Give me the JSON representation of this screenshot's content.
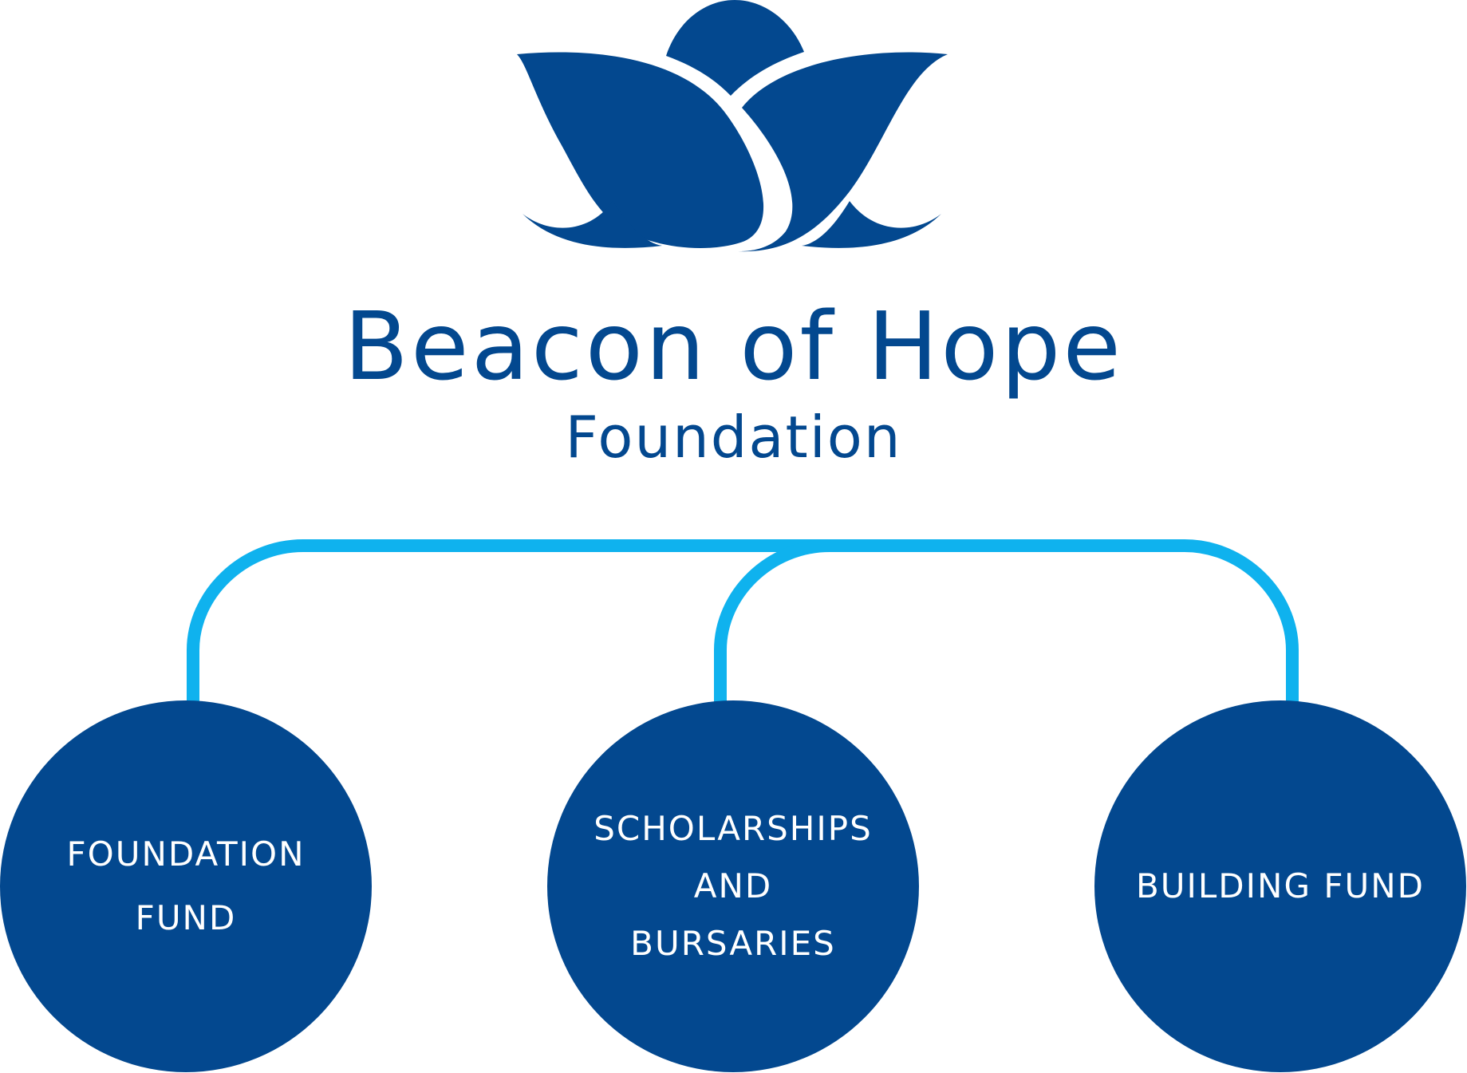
{
  "logo": {
    "name": "lotus-logo",
    "color": "#03488f"
  },
  "title": {
    "line1": "Beacon of Hope",
    "line2": "Foundation"
  },
  "colors": {
    "primary": "#03488f",
    "connector": "#0fb2ee",
    "label": "#ffffff"
  },
  "nodes": [
    {
      "lines": [
        "FOUNDATION",
        "FUND"
      ]
    },
    {
      "lines": [
        "SCHOLARSHIPS",
        "AND",
        "BURSARIES"
      ]
    },
    {
      "lines": [
        "BUILDING FUND"
      ]
    }
  ]
}
